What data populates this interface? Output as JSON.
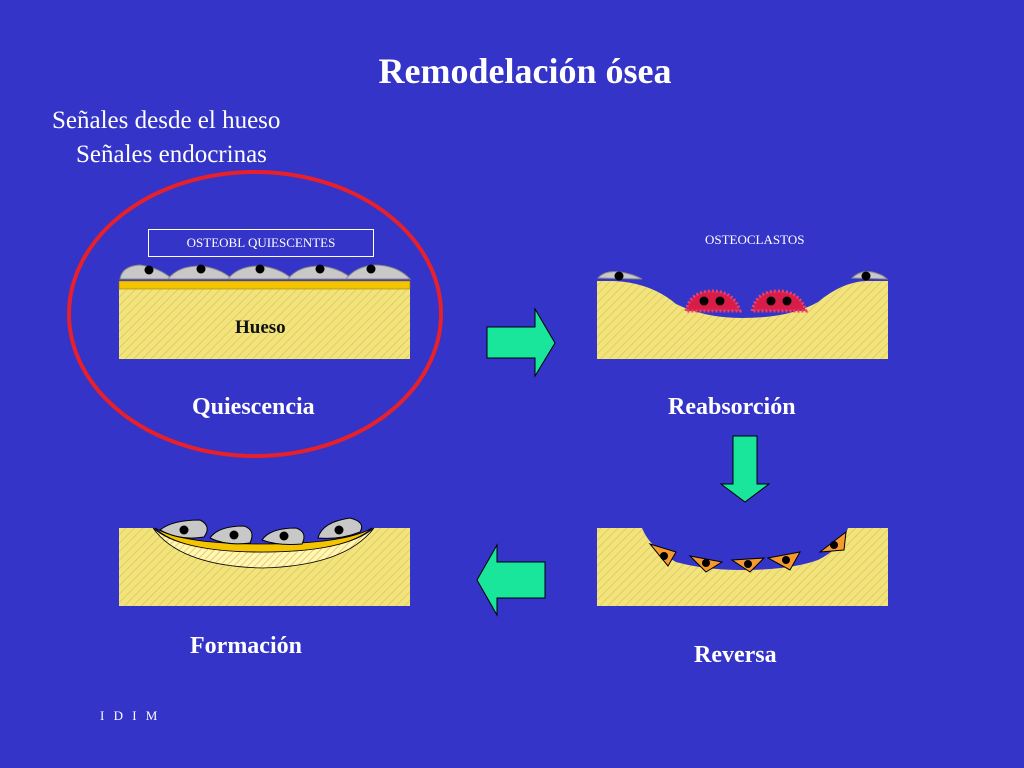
{
  "title": "Remodelación ósea",
  "signals": [
    "Señales desde el hueso",
    "Señales endocrinas"
  ],
  "boxes": {
    "osteoblasts": "OSTEOBL QUIESCENTES",
    "bone": "Hueso",
    "osteoclasts": "OSTEOCLASTOS"
  },
  "stages": {
    "quiescence": "Quiescencia",
    "resorption": "Reabsorción",
    "formation": "Formación",
    "reversal": "Reversa"
  },
  "footer": "I D I M",
  "colors": {
    "background": "#3434C8",
    "bone": "#F2E37A",
    "arrow": "#1AE69B",
    "highlight": "#E8202A",
    "osteoclast": "#D81E48",
    "reversal_cell": "#F79A2E",
    "osteoblast": "#C8C8C8",
    "lining": "#F5C400"
  }
}
